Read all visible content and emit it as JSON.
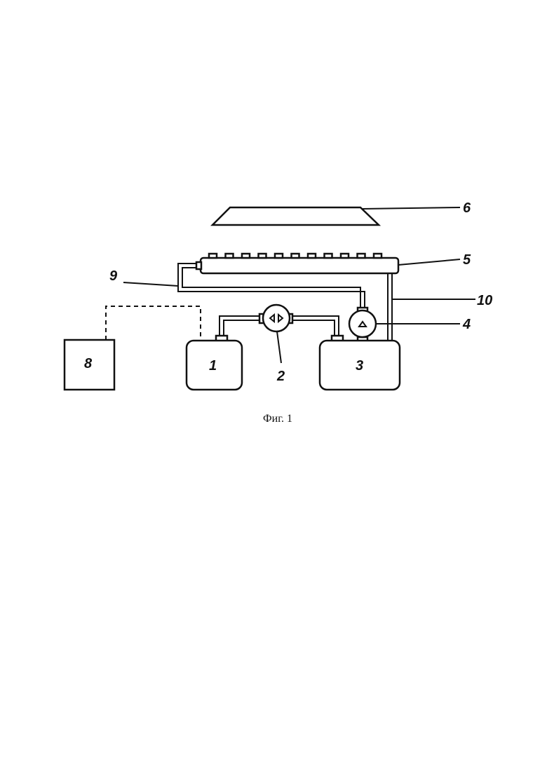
{
  "labels": {
    "tank_1": "1",
    "pump_2": "2",
    "tank_3": "3",
    "pump_4": "4",
    "manifold_5": "5",
    "cover_6": "6",
    "controller_8": "8",
    "pipe_9": "9",
    "pipe_10": "10"
  },
  "caption": "Фиг. 1"
}
